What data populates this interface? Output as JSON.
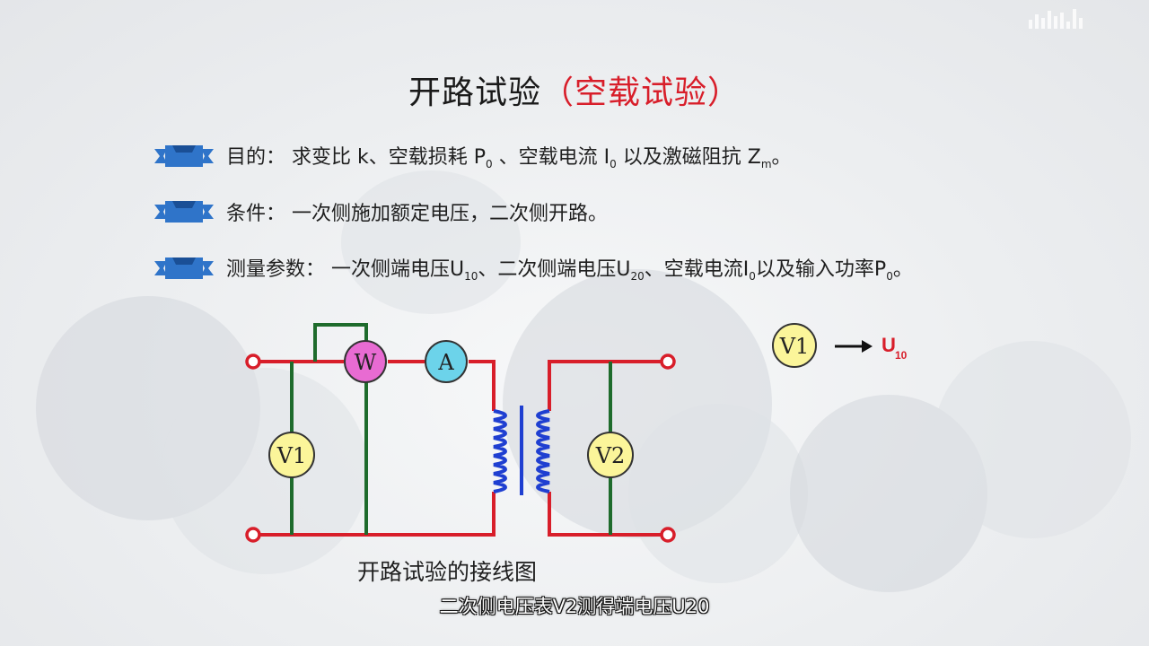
{
  "title": {
    "main": "开路试验",
    "paren": "（空载试验）"
  },
  "bullets": [
    {
      "parts": [
        "目的：  求变比  k、空载损耗  P",
        "0",
        " 、空载电流   I",
        "0",
        " 以及激磁阻抗 Z",
        "m",
        "。"
      ]
    },
    {
      "parts": [
        "条件：  一次侧施加额定电压，二次侧开路。"
      ]
    },
    {
      "parts": [
        "测量参数：  一次侧端电压U",
        "10",
        "、二次侧端电压U",
        "20",
        "、空载电流I",
        "0",
        "以及输入功率P",
        "0",
        "。"
      ]
    }
  ],
  "circuit": {
    "meters": {
      "w": "W",
      "a": "A",
      "v1": "V1",
      "v2": "V2"
    },
    "caption": "开路试验的接线图"
  },
  "legend": {
    "meter": "V1",
    "arrow": "→",
    "symbol": "U",
    "subscript": "10"
  },
  "subtitle": "二次侧电压表V2测得端电压U20",
  "colors": {
    "wire_red": "#d81e2a",
    "wire_green": "#1e6b2c",
    "coil_blue": "#1f3fd1",
    "meter_yellow": "#fbf59a",
    "meter_pink": "#e86bd2",
    "meter_cyan": "#6cd3ea",
    "bullet_blue": "#2f74c9"
  }
}
